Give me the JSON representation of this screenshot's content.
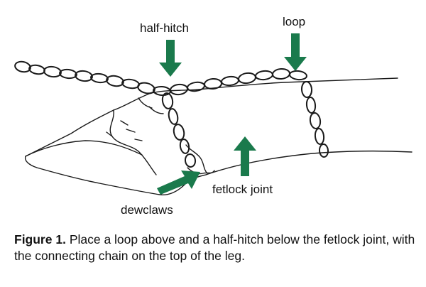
{
  "labels": {
    "half_hitch": "half-hitch",
    "loop": "loop",
    "fetlock_joint": "fetlock joint",
    "dewclaws": "dewclaws"
  },
  "caption": {
    "figure_label": "Figure 1.",
    "text": "Place a loop above and a half-hitch below the fetlock joint, with the connecting chain on the top of the leg."
  },
  "colors": {
    "arrow": "#1a7a4c",
    "line_art": "#1a1a1a"
  }
}
